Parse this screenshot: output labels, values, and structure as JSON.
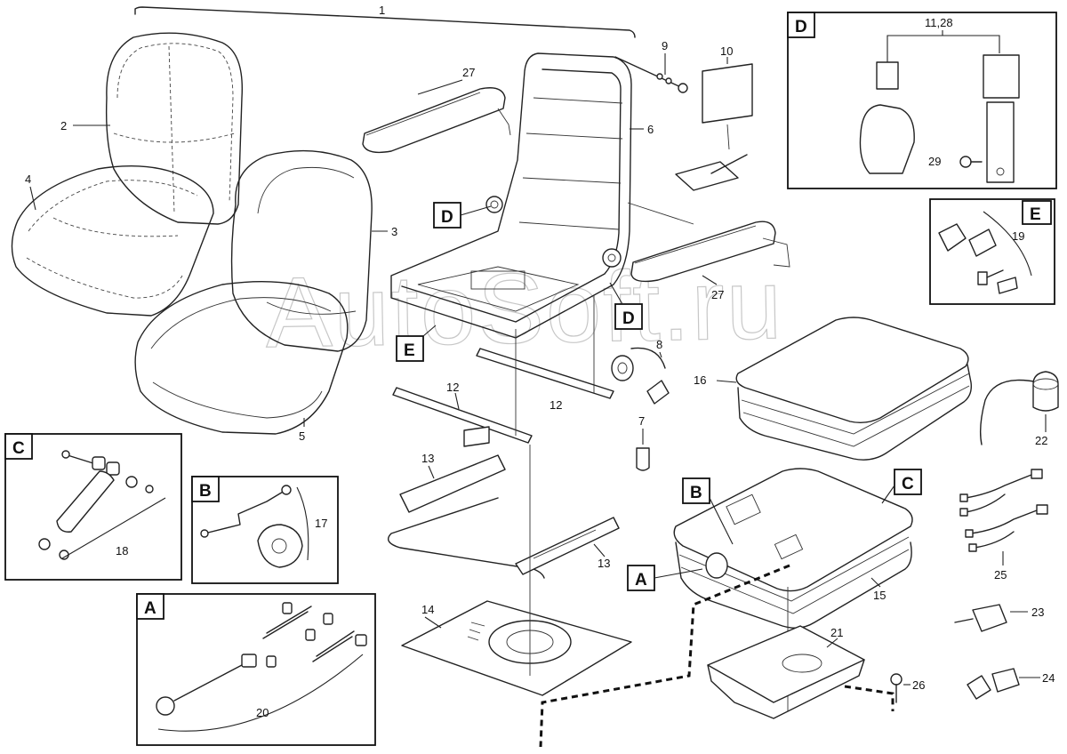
{
  "watermark": "AutoSoft.ru",
  "parts": {
    "p1": "1",
    "p2": "2",
    "p3": "3",
    "p4": "4",
    "p5": "5",
    "p6": "6",
    "p7": "7",
    "p8": "8",
    "p9": "9",
    "p10": "10",
    "p12a": "12",
    "p12b": "12",
    "p13a": "13",
    "p13b": "13",
    "p14": "14",
    "p15": "15",
    "p16": "16",
    "p17": "17",
    "p18": "18",
    "p19": "19",
    "p20": "20",
    "p21": "21",
    "p22": "22",
    "p23": "23",
    "p24": "24",
    "p25": "25",
    "p26": "26",
    "p27a": "27",
    "p27b": "27",
    "p29": "29",
    "p1128": "11,28"
  },
  "detail_labels": {
    "A_box": "A",
    "B_box": "B",
    "C_box": "C",
    "D_box": "D",
    "E_box": "E",
    "A_ref": "A",
    "B_ref": "B",
    "C_ref": "C",
    "D_ref1": "D",
    "D_ref2": "D",
    "E_ref": "E"
  }
}
